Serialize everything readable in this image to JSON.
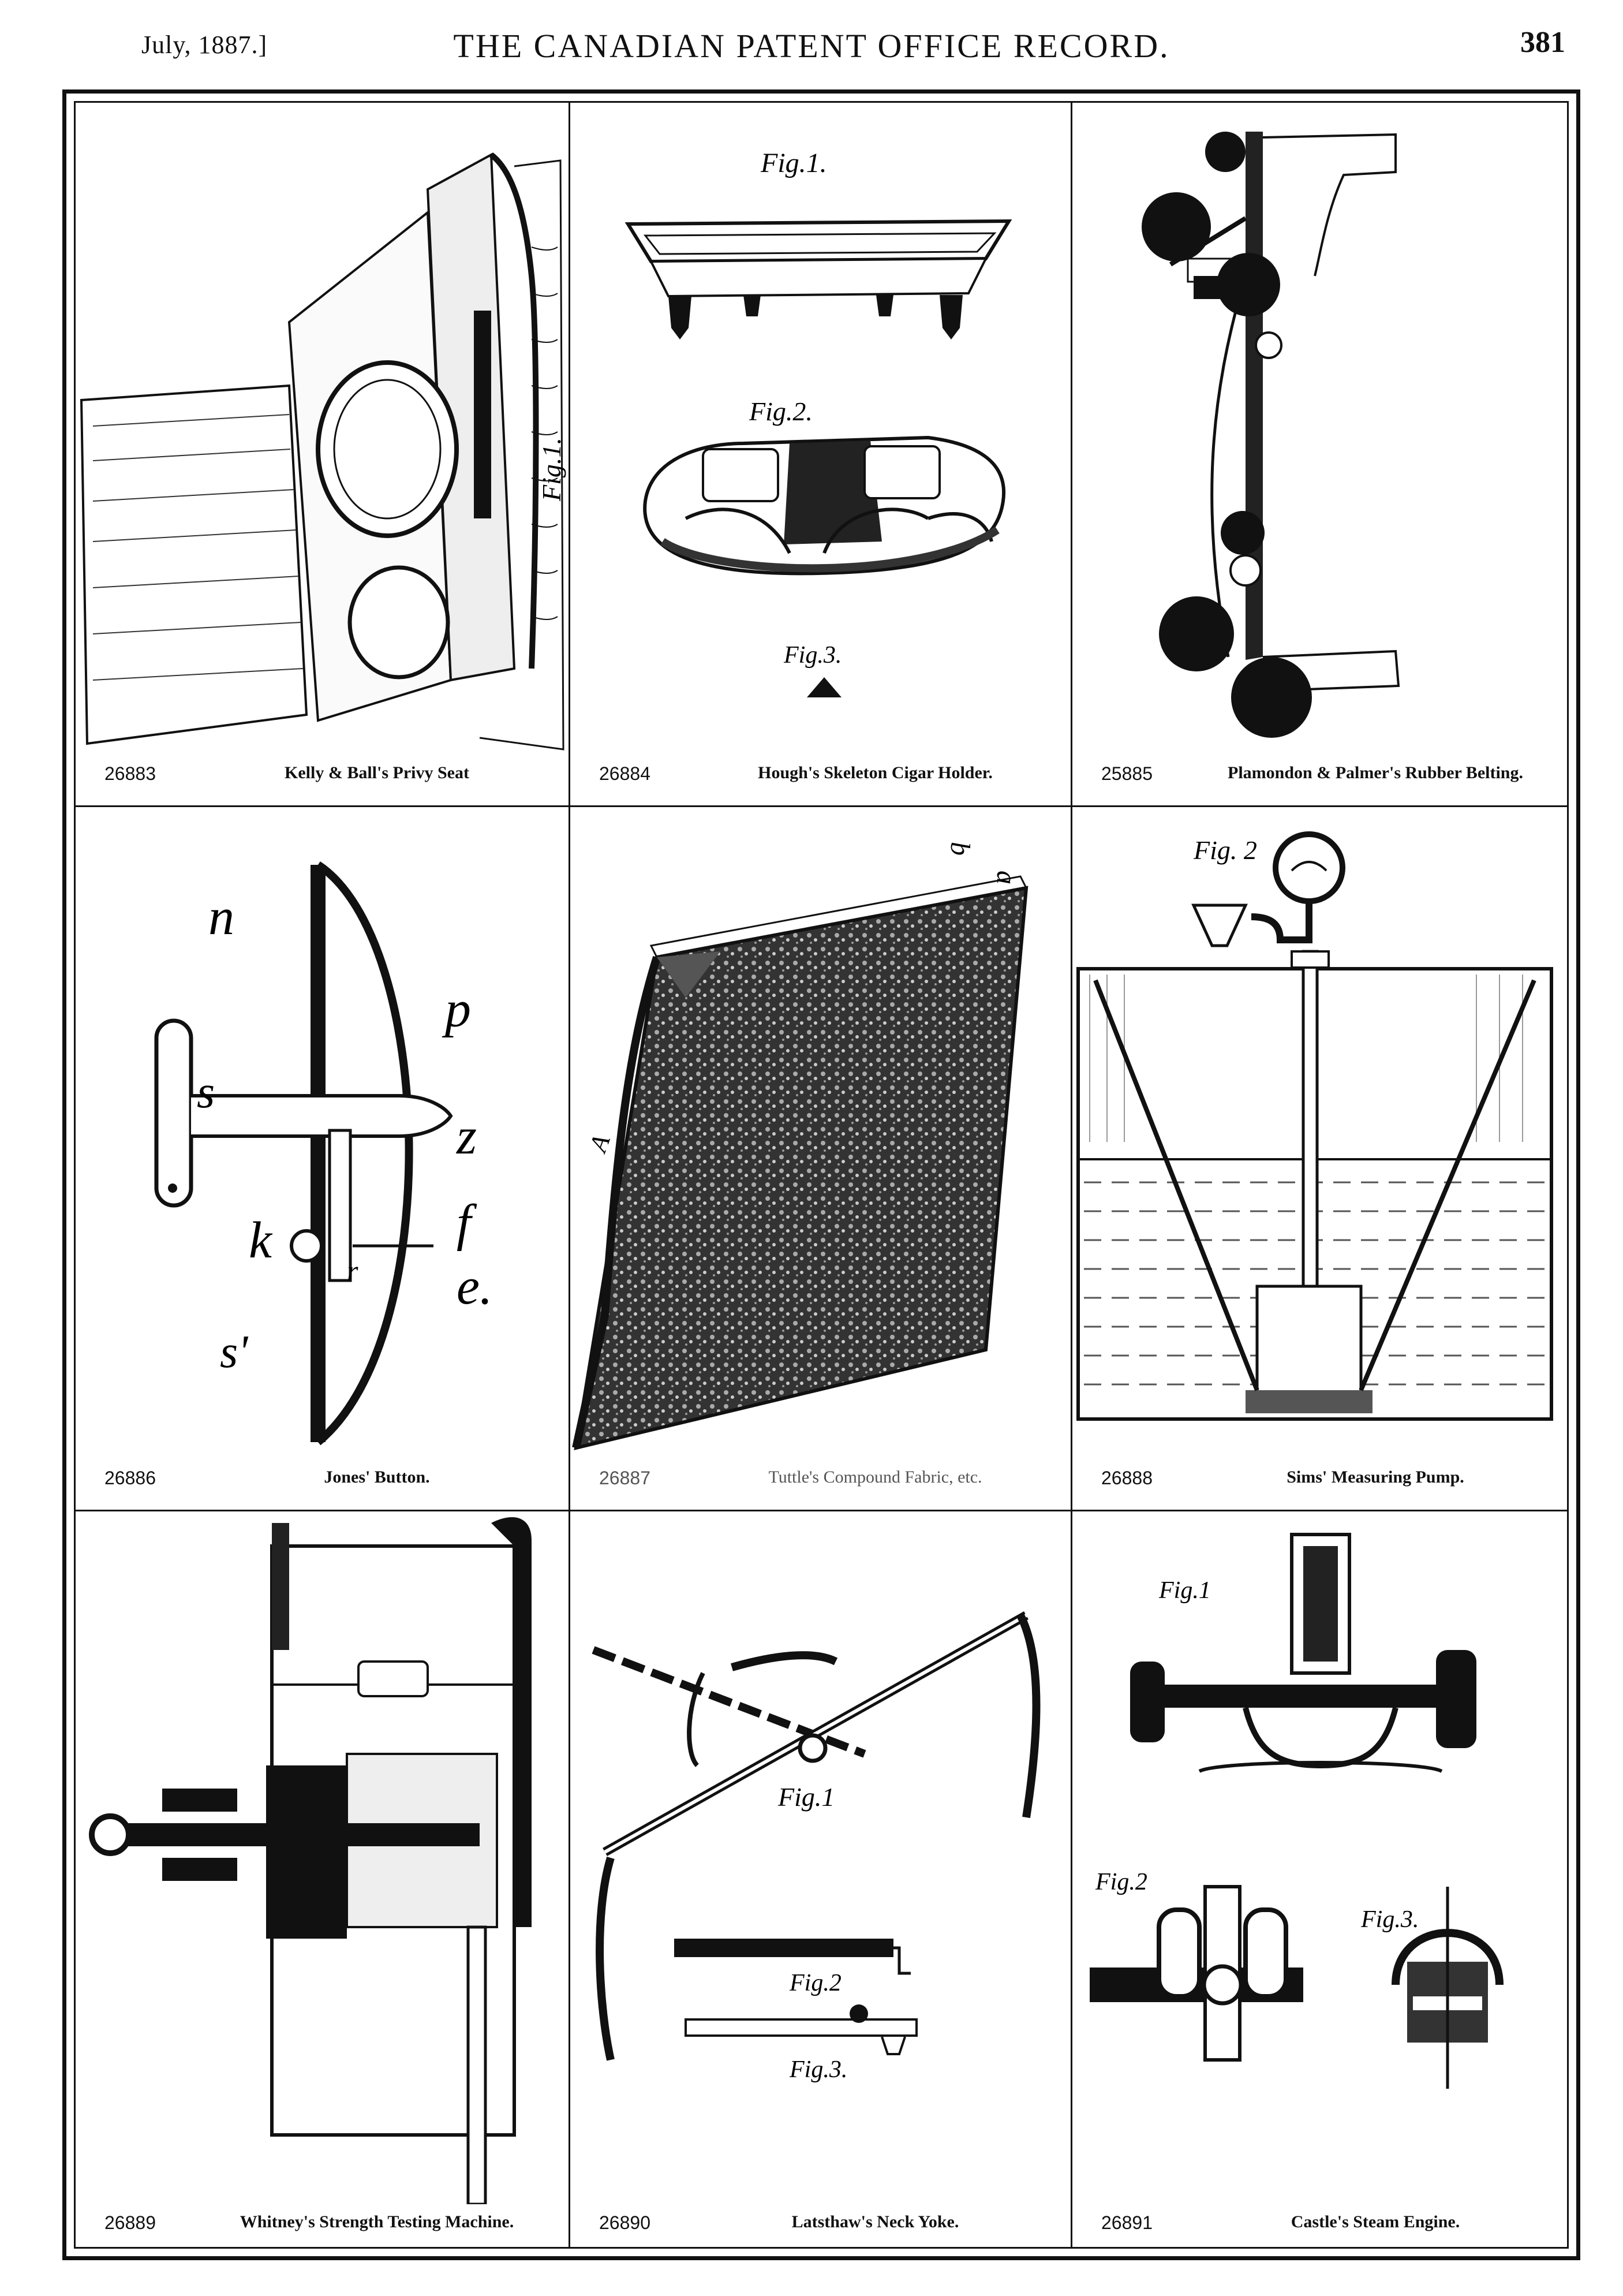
{
  "header": {
    "date": "July, 1887.]",
    "title": "THE CANADIAN PATENT OFFICE RECORD.",
    "page_number": "381"
  },
  "patents": [
    {
      "number": "26883",
      "title": "Kelly & Ball's Privy Seat",
      "labels": [
        "Fig.1."
      ]
    },
    {
      "number": "26884",
      "title": "Hough's Skeleton Cigar Holder.",
      "labels": [
        "Fig.1.",
        "Fig.2.",
        "Fig.3."
      ]
    },
    {
      "number": "25885",
      "title": "Plamondon & Palmer's Rubber Belting.",
      "labels": []
    },
    {
      "number": "26886",
      "title": "Jones' Button.",
      "labels": [
        "n",
        "p",
        "s",
        "z",
        "k",
        "f",
        "e.",
        "r",
        "s'"
      ]
    },
    {
      "number": "26887",
      "title": "Tuttle's Compound Fabric, etc.",
      "labels": [
        "b",
        "a",
        "A"
      ]
    },
    {
      "number": "26888",
      "title": "Sims' Measuring Pump.",
      "labels": [
        "Fig. 2"
      ]
    },
    {
      "number": "26889",
      "title": "Whitney's Strength Testing Machine.",
      "labels": []
    },
    {
      "number": "26890",
      "title": "Latsthaw's Neck Yoke.",
      "labels": [
        "Fig.1",
        "Fig.2",
        "Fig.3."
      ]
    },
    {
      "number": "26891",
      "title": "Castle's Steam Engine.",
      "labels": [
        "Fig.1",
        "Fig.2",
        "Fig.3."
      ]
    }
  ]
}
